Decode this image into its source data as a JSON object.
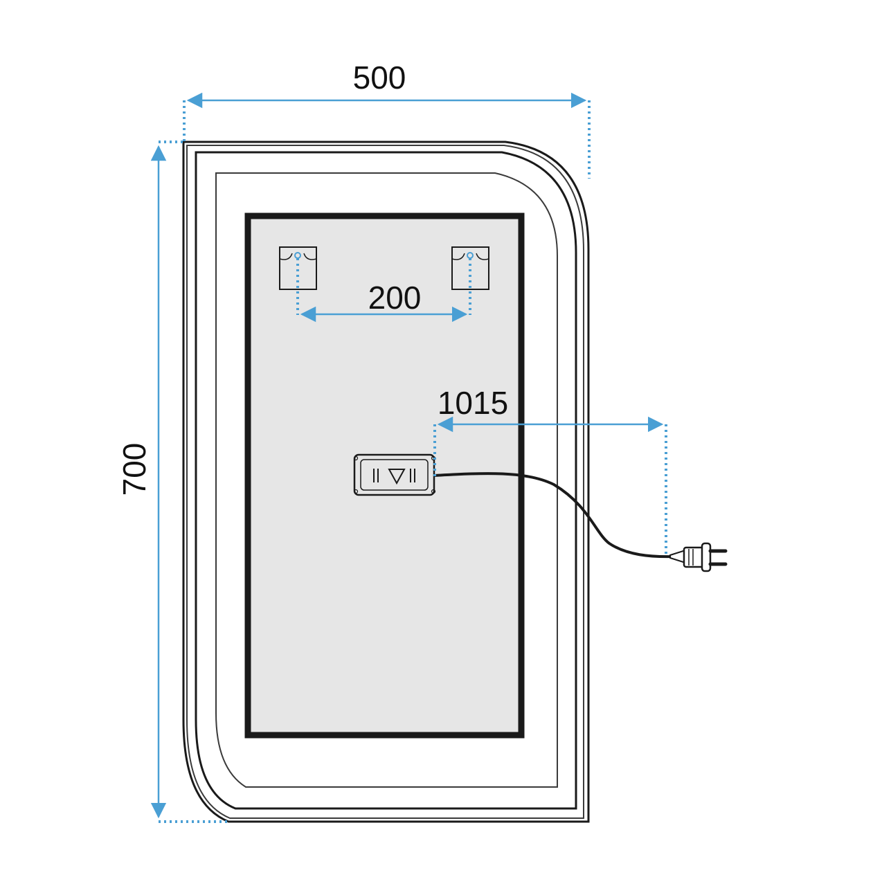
{
  "dimensions": {
    "width": "500",
    "height": "700",
    "hanger_spacing": "200",
    "cable_length": "1015"
  },
  "colors": {
    "dimension": "#4a9fd4",
    "outline": "#1a1a1a",
    "panel_fill": "#e6e6e6"
  },
  "icons": {
    "hanger": "hanger-bracket-icon",
    "driver": "led-driver-box-icon",
    "plug": "power-plug-icon"
  }
}
